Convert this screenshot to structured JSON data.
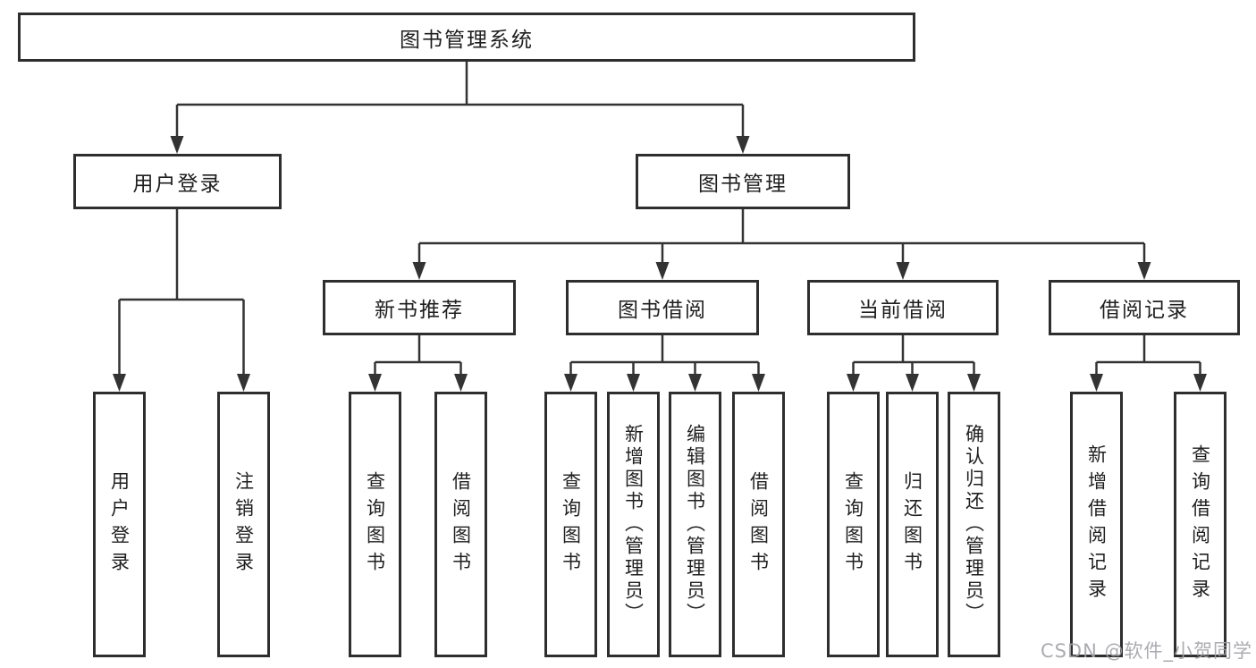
{
  "diagram": {
    "root": {
      "label": "图书管理系统"
    },
    "branches": [
      {
        "label": "用户登录",
        "leaves": [
          {
            "label": "用户登录"
          },
          {
            "label": "注销登录"
          }
        ]
      },
      {
        "label": "图书管理",
        "groups": [
          {
            "label": "新书推荐",
            "leaves": [
              {
                "label": "查询图书"
              },
              {
                "label": "借阅图书"
              }
            ]
          },
          {
            "label": "图书借阅",
            "leaves": [
              {
                "label": "查询图书"
              },
              {
                "label": "新增图书（管理员）"
              },
              {
                "label": "编辑图书（管理员）"
              },
              {
                "label": "借阅图书"
              }
            ]
          },
          {
            "label": "当前借阅",
            "leaves": [
              {
                "label": "查询图书"
              },
              {
                "label": "归还图书"
              },
              {
                "label": "确认归还（管理员）"
              }
            ]
          },
          {
            "label": "借阅记录",
            "leaves": [
              {
                "label": "新增借阅记录"
              },
              {
                "label": "查询借阅记录"
              }
            ]
          }
        ]
      }
    ]
  },
  "watermark": {
    "text": "CSDN @软件_小贺同学"
  },
  "colors": {
    "line": "#333333",
    "box_border": "#2e2e2e",
    "text": "#1f1f1f",
    "background": "#ffffff",
    "watermark": "#a2a2aa"
  }
}
